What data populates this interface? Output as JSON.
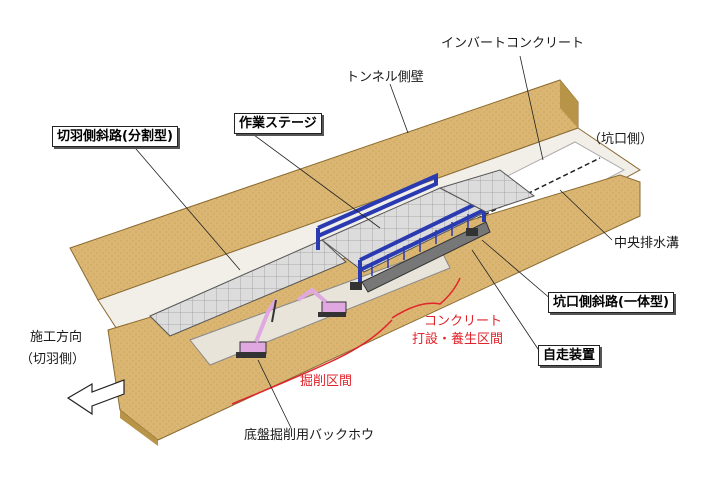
{
  "labels": {
    "invert_concrete": "インバートコンクリート",
    "tunnel_side_wall": "トンネル側壁",
    "portal_side": "（坑口側）",
    "center_drain": "中央排水溝",
    "direction": "施工方向",
    "face_side": "（切羽側）",
    "concrete_zone_line1": "コンクリート",
    "concrete_zone_line2": "打設・養生区間",
    "excavation_zone": "掘削区間",
    "backhoe": "底盤掘削用バックホウ"
  },
  "boxed_labels": {
    "face_ramp": "切羽側斜路(分割型)",
    "work_stage": "作業ステージ",
    "portal_ramp": "坑口側斜路(一体型)",
    "self_propelled": "自走装置"
  },
  "colors": {
    "wall": "#d8b46c",
    "wall_dark": "#b89448",
    "floor": "#f4f2ec",
    "stage_blue": "#2a3ab0",
    "bracket_red": "#e0242b",
    "backhoe": "#e0a8e0"
  }
}
